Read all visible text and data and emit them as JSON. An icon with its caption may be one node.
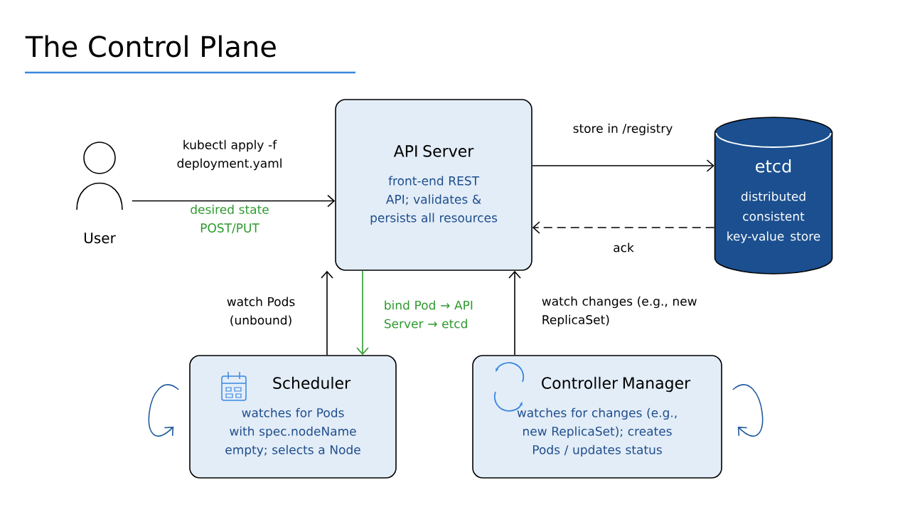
{
  "diagram": {
    "title": "The Control Plane",
    "nodes": [
      {
        "text": [
          "User"
        ]
      },
      {
        "text": [
          "API Server",
          "front-end REST API; validates & persists all resources"
        ]
      },
      {
        "text": [
          "etcd",
          "distributed consistent key-value store"
        ]
      },
      {
        "text": [
          "Scheduler",
          "watches for Pods with spec.nodeName empty; selects a Node"
        ]
      },
      {
        "text": [
          "Controller Manager",
          "watches for changes (e.g., new ReplicaSet); creates Pods / updates status"
        ]
      }
    ],
    "edges": [
      {
        "from": 0,
        "to": 1,
        "arrow": "to",
        "label": "kubectl apply -f deployment.yaml"
      },
      {
        "from": 1,
        "to": 2,
        "arrow": "to",
        "label": "store in /registry"
      },
      {
        "from": 2,
        "to": 1,
        "arrow": "to",
        "label": "ack",
        "style": "dashed"
      },
      {
        "from": 3,
        "to": 1,
        "arrow": "to",
        "label": "watch Pods (unbound)"
      },
      {
        "from": 1,
        "to": 3,
        "arrow": "to",
        "label": "bind Pod → API Server → etcd",
        "color": "#2e9a2e"
      },
      {
        "from": 4,
        "to": 1,
        "arrow": "to",
        "label": "watch changes (e.g., new ReplicaSet)"
      },
      {
        "from": 3,
        "to": 3,
        "arrow": "to",
        "color": "#1f5a9e"
      },
      {
        "from": 4,
        "to": 4,
        "arrow": "to",
        "color": "#1f5a9e"
      }
    ],
    "labels": [
      "desired state POST/PUT"
    ]
  }
}
